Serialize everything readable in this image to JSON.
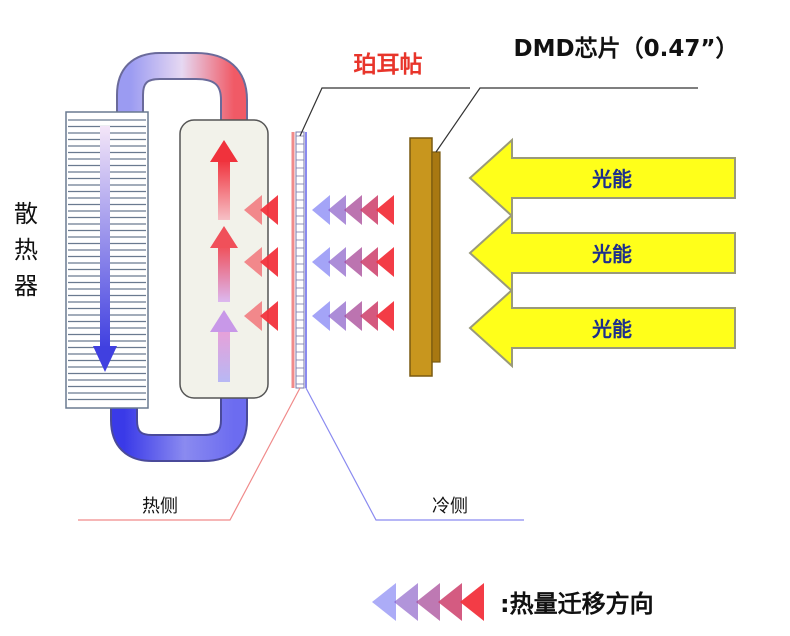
{
  "labels": {
    "peltier": "珀耳帖",
    "dmd_chip": "DMD芯片（0.47”）",
    "heatsink": "散热器",
    "hot_side": "热侧",
    "cold_side": "冷侧",
    "legend": ":热量迁移方向"
  },
  "light_arrows": [
    "光能",
    "光能",
    "光能"
  ],
  "colors": {
    "peltier_label": "#e8352b",
    "light_arrow_fill": "#ffff1a",
    "light_arrow_stroke": "#9a9a7a",
    "light_text": "#1e2f8c",
    "chip_fill": "#c8961e",
    "chip_stroke": "#7a5a10",
    "hot_red": "#f2323c",
    "cold_blue": "#5a5af0",
    "line_dark": "#333333",
    "hot_line": "#f08a8a",
    "cold_line": "#8a8af0"
  }
}
